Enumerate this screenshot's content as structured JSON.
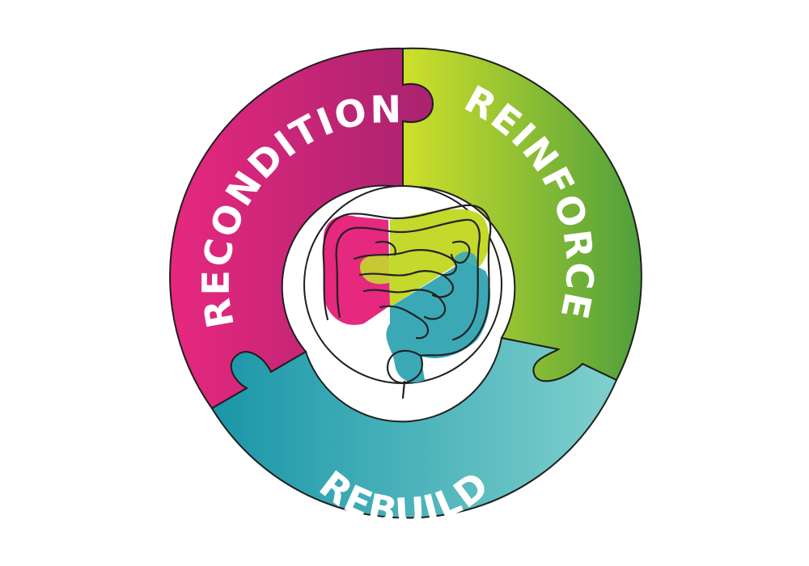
{
  "segments": [
    {
      "id": "recondition",
      "label": "RECONDITION",
      "color_start": "#e6287f",
      "color_end": "#a9236f"
    },
    {
      "id": "reinforce",
      "label": "REINFORCE",
      "color_start": "#cfe02b",
      "color_end": "#4f9f3c"
    },
    {
      "id": "rebuild",
      "label": "REBUILD",
      "color_start": "#1996a8",
      "color_end": "#7fd0cd"
    }
  ],
  "center_icon": "intestines-icon",
  "outline_color": "#1f1f1f"
}
